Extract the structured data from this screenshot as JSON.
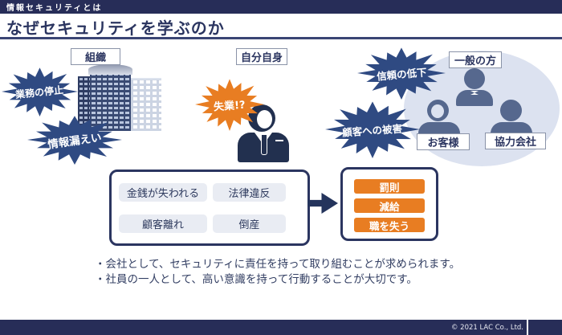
{
  "header": {
    "kicker": "情報セキュリティとは",
    "title": "なぜセキュリティを学ぶのか"
  },
  "organization": {
    "label": "組織",
    "burst_stop": "業務の停止",
    "burst_leak": "情報漏えい"
  },
  "self": {
    "label": "自分自身",
    "burst_job": "失業!?"
  },
  "stakeholders": {
    "burst_trust": "信頼の低下",
    "burst_damage": "顧客への被害",
    "public_label": "一般の方",
    "customer_label": "お客様",
    "partner_label": "協力会社"
  },
  "impact": {
    "items": [
      "金銭が失われる",
      "法律違反",
      "顧客離れ",
      "倒産"
    ]
  },
  "penalty": {
    "items": [
      "罰則",
      "減給",
      "職を失う"
    ]
  },
  "bullets": [
    "・会社として、セキュリティに責任を持って取り組むことが求められます。",
    "・社員の一人として、高い意識を持って行動することが大切です。"
  ],
  "footer": {
    "copyright": "© 2021 LAC Co., Ltd."
  },
  "colors": {
    "navy_bar": "#272d58",
    "title_navy": "#2b3560",
    "burst_navy": "#2f4a82",
    "accent_orange": "#e87d22",
    "circle_fill": "#dce2f0",
    "person_gray_blue": "#56688e"
  }
}
